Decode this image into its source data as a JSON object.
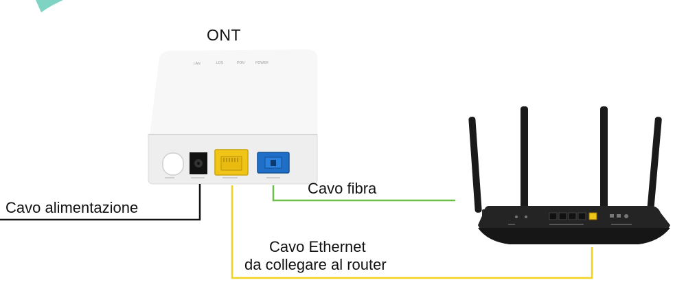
{
  "diagram": {
    "ont_label": "ONT",
    "power_cable_label": "Cavo alimentazione",
    "fiber_cable_label": "Cavo fibra",
    "ethernet_cable_label_line1": "Cavo Ethernet",
    "ethernet_cable_label_line2": "da collegare al router",
    "ont_led_labels": [
      "LAN",
      "LOS",
      "PON",
      "POWER"
    ]
  },
  "colors": {
    "power_cable": "#111111",
    "fiber_cable": "#6cc04a",
    "ethernet_cable": "#f2d21e",
    "ont_body": "#f4f4f4",
    "router_body": "#1c1c1c",
    "accent_teal": "#7fd3c3"
  },
  "icons": [
    "ont-device-icon",
    "router-icon",
    "power-jack-icon",
    "ethernet-port-icon",
    "fiber-port-icon",
    "antenna-icon"
  ]
}
